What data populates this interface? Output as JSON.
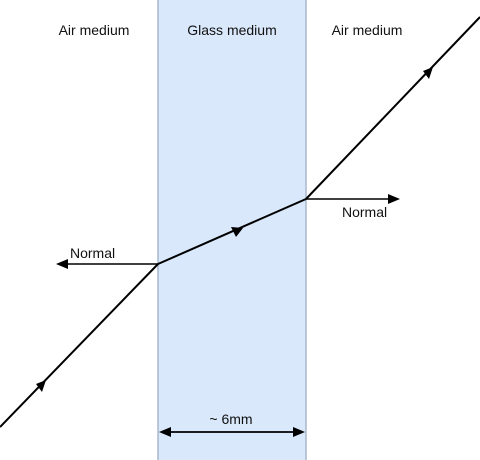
{
  "labels": {
    "left_medium": "Air medium",
    "middle_medium": "Glass medium",
    "right_medium": "Air medium",
    "left_normal": "Normal",
    "right_normal": "Normal",
    "thickness": "~ 6mm"
  },
  "colors": {
    "glass_fill": "#d9e8fb",
    "glass_edge": "#a8b8cc",
    "ray": "#000000"
  }
}
